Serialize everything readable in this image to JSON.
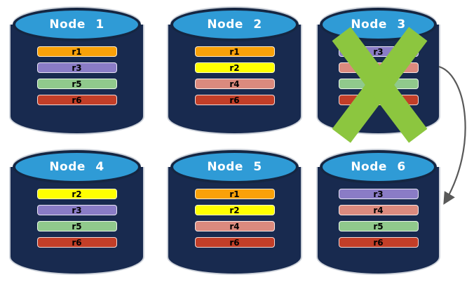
{
  "palette": {
    "cylinder_body": "#182A4F",
    "cylinder_top": "#2F9BD6",
    "cylinder_top_border": "#152642",
    "cylinder_outline": "#CDD2DA",
    "failure_x": "#8CC63F",
    "arrow": "#595959",
    "replica_r1": "#F9A109",
    "replica_r2": "#FFFF00",
    "replica_r3": "#8A7CC6",
    "replica_r4": "#DB8A7E",
    "replica_r5": "#90C98C",
    "replica_r6": "#C23E28"
  },
  "nodes": [
    {
      "label": "Node 1",
      "failed": false,
      "replicas": [
        {
          "label": "r1",
          "color": "#F9A109"
        },
        {
          "label": "r3",
          "color": "#8A7CC6"
        },
        {
          "label": "r5",
          "color": "#90C98C"
        },
        {
          "label": "r6",
          "color": "#C23E28"
        }
      ]
    },
    {
      "label": "Node 2",
      "failed": false,
      "replicas": [
        {
          "label": "r1",
          "color": "#F9A109"
        },
        {
          "label": "r2",
          "color": "#FFFF00"
        },
        {
          "label": "r4",
          "color": "#DB8A7E"
        },
        {
          "label": "r6",
          "color": "#C23E28"
        }
      ]
    },
    {
      "label": "Node 3",
      "failed": true,
      "replicas": [
        {
          "label": "r3",
          "color": "#8A7CC6"
        },
        {
          "label": "",
          "color": "#DB8A7E"
        },
        {
          "label": "",
          "color": "#90C98C"
        },
        {
          "label": "",
          "color": "#C23E28"
        }
      ]
    },
    {
      "label": "Node 4",
      "failed": false,
      "replicas": [
        {
          "label": "r2",
          "color": "#FFFF00"
        },
        {
          "label": "r3",
          "color": "#8A7CC6"
        },
        {
          "label": "r5",
          "color": "#90C98C"
        },
        {
          "label": "r6",
          "color": "#C23E28"
        }
      ]
    },
    {
      "label": "Node 5",
      "failed": false,
      "replicas": [
        {
          "label": "r1",
          "color": "#F9A109"
        },
        {
          "label": "r2",
          "color": "#FFFF00"
        },
        {
          "label": "r4",
          "color": "#DB8A7E"
        },
        {
          "label": "r6",
          "color": "#C23E28"
        }
      ]
    },
    {
      "label": "Node 6",
      "failed": false,
      "replicas": [
        {
          "label": "r3",
          "color": "#8A7CC6"
        },
        {
          "label": "r4",
          "color": "#DB8A7E"
        },
        {
          "label": "r5",
          "color": "#90C98C"
        },
        {
          "label": "r6",
          "color": "#C23E28"
        }
      ]
    }
  ],
  "failure_marker": {
    "node": "Node 3",
    "icon": "x-icon"
  },
  "arrow": {
    "icon": "curved-arrow-icon",
    "from": "Node 3",
    "to": "Node 6"
  }
}
